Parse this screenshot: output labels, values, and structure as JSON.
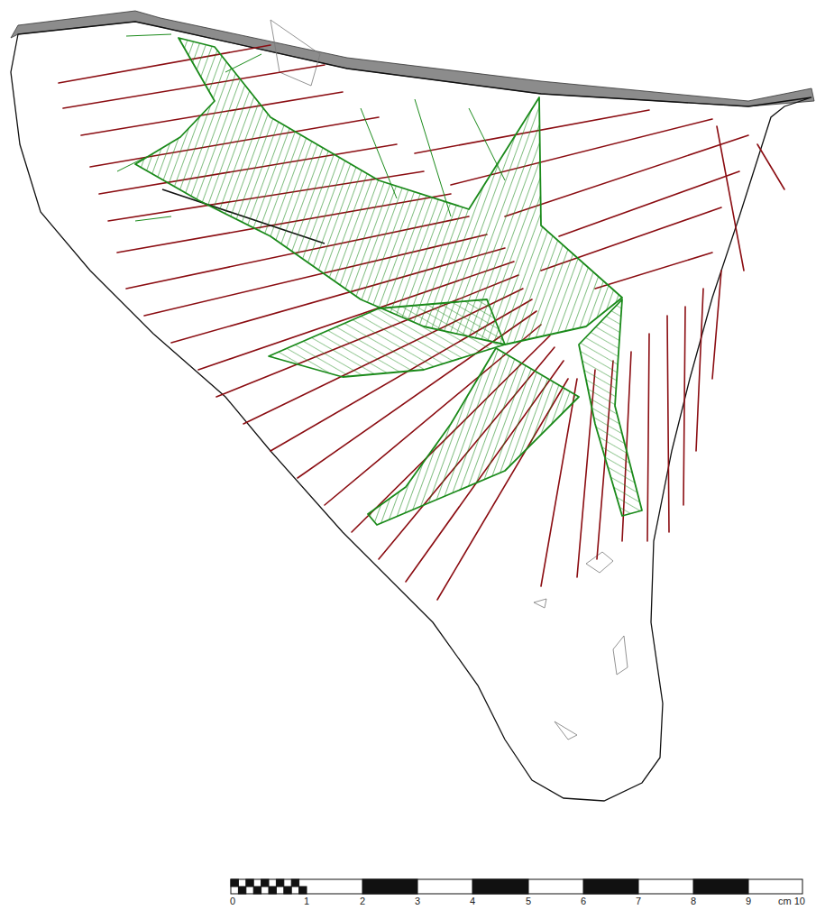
{
  "diagram": {
    "labels": [
      "0",
      "1",
      "2",
      "3",
      "4",
      "5",
      "6",
      "7",
      "8",
      "9",
      "cm 10"
    ]
  }
}
